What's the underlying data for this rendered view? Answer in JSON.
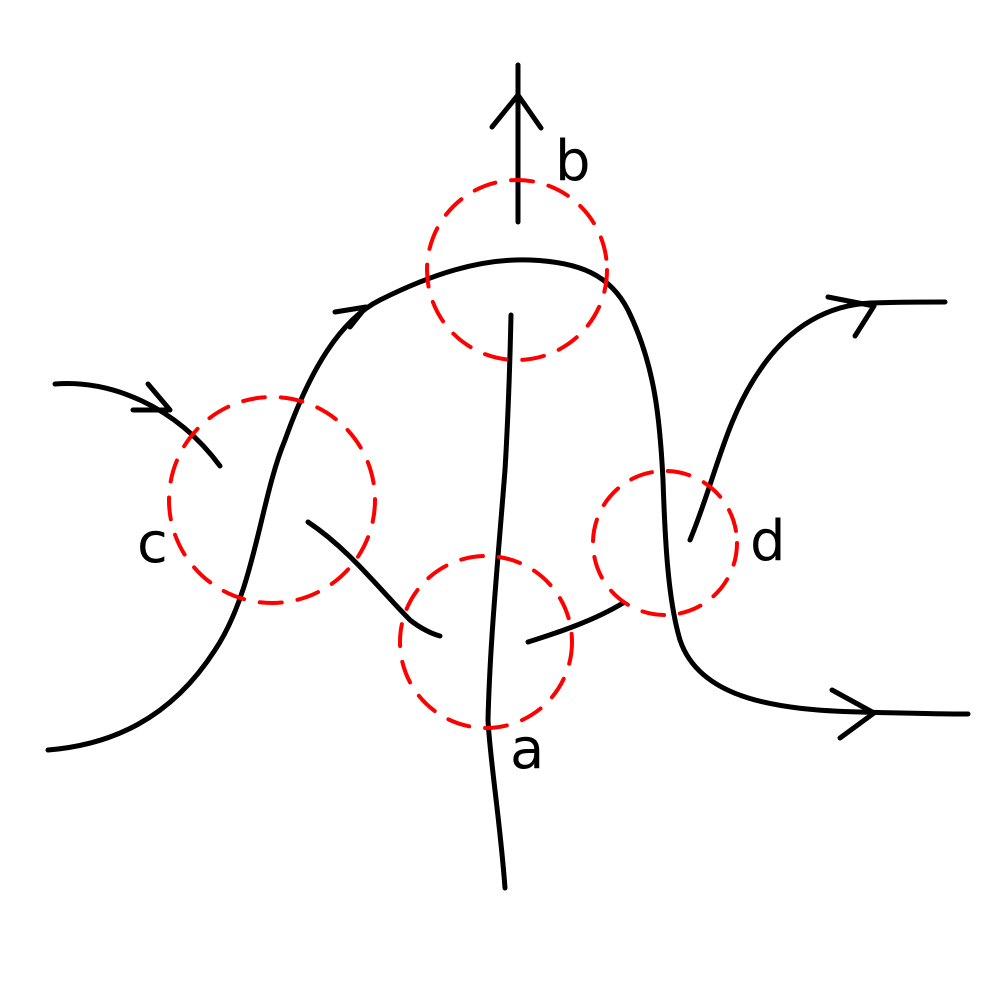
{
  "colors": {
    "strand": "#000000",
    "marker_circle": "#ff0000",
    "background": "#ffffff"
  },
  "labels": {
    "a": "a",
    "b": "b",
    "c": "c",
    "d": "d"
  }
}
